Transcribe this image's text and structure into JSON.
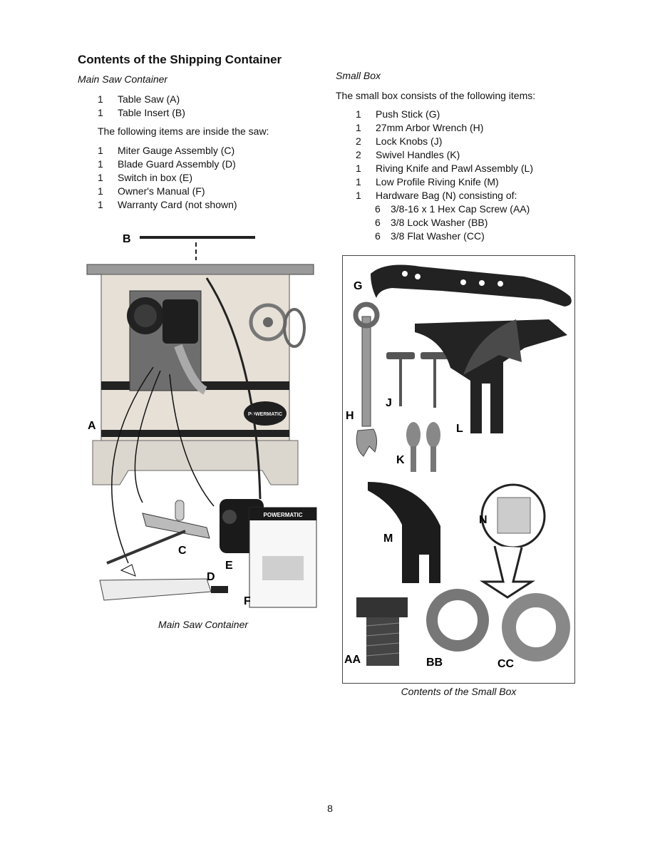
{
  "heading": "Contents of the Shipping Container",
  "main_container": {
    "subheading": "Main Saw Container",
    "items": [
      {
        "qty": "1",
        "text": "Table Saw (A)"
      },
      {
        "qty": "1",
        "text": "Table Insert (B)"
      }
    ],
    "inside_intro": "The following items are inside the saw:",
    "inside_items": [
      {
        "qty": "1",
        "text": "Miter Gauge Assembly (C)"
      },
      {
        "qty": "1",
        "text": "Blade Guard Assembly (D)"
      },
      {
        "qty": "1",
        "text": "Switch in box (E)"
      },
      {
        "qty": "1",
        "text": "Owner's Manual (F)"
      },
      {
        "qty": "1",
        "text": "Warranty Card (not shown)"
      }
    ],
    "figure_caption": "Main Saw Container",
    "figure_labels": {
      "a": "A",
      "b": "B",
      "c": "C",
      "d": "D",
      "e": "E",
      "f": "F",
      "brand": "POWERMATIC",
      "manual_brand": "POWERMATIC"
    }
  },
  "small_box": {
    "subheading": "Small Box",
    "intro": "The small box consists of the following items:",
    "items": [
      {
        "qty": "1",
        "text": "Push Stick (G)"
      },
      {
        "qty": "1",
        "text": "27mm Arbor Wrench (H)"
      },
      {
        "qty": "2",
        "text": "Lock Knobs (J)"
      },
      {
        "qty": "2",
        "text": "Swivel Handles (K)"
      },
      {
        "qty": "1",
        "text": "Riving Knife and Pawl Assembly (L)"
      },
      {
        "qty": "1",
        "text": "Low Profile Riving Knife (M)"
      },
      {
        "qty": "1",
        "text": "Hardware Bag (N) consisting of:"
      }
    ],
    "hardware": [
      {
        "qty": "6",
        "text": "3/8-16 x 1 Hex Cap Screw (AA)"
      },
      {
        "qty": "6",
        "text": "3/8 Lock Washer (BB)"
      },
      {
        "qty": "6",
        "text": "3/8 Flat Washer (CC)"
      }
    ],
    "figure_caption": "Contents of the Small Box",
    "figure_labels": {
      "g": "G",
      "h": "H",
      "j": "J",
      "k": "K",
      "l": "L",
      "m": "M",
      "n": "N",
      "aa": "AA",
      "bb": "BB",
      "cc": "CC"
    }
  },
  "page_number": "8"
}
